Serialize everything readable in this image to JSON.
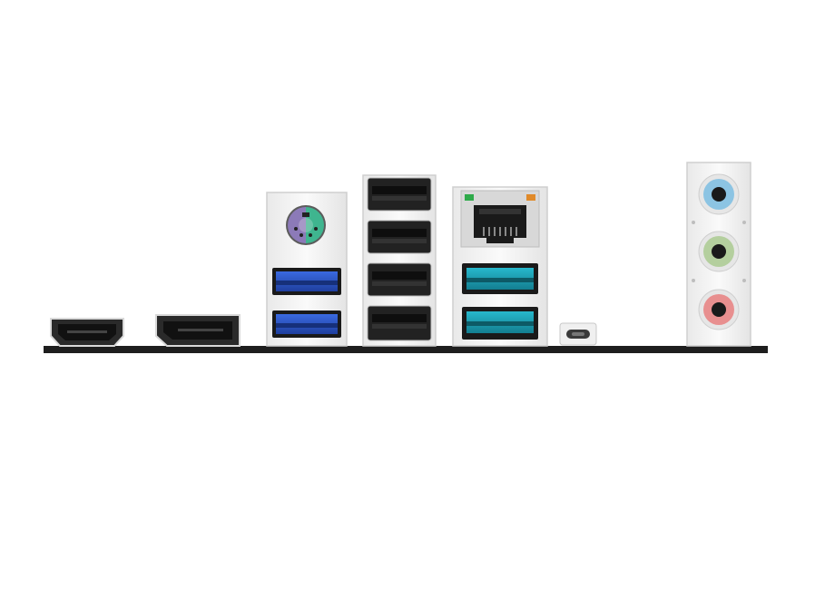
{
  "scene": {
    "subject": "motherboard-rear-io-panel",
    "ports": [
      {
        "id": "hdmi",
        "type": "HDMI"
      },
      {
        "id": "displayport",
        "type": "DisplayPort"
      },
      {
        "id": "ps2",
        "type": "PS/2 combo"
      },
      {
        "id": "usb-blue-stack",
        "type": "USB 3.2 (blue)",
        "count": 2
      },
      {
        "id": "usb-black-stack",
        "type": "USB 2.0 (black)",
        "count": 4
      },
      {
        "id": "lan",
        "type": "RJ45 LAN"
      },
      {
        "id": "usb-teal-stack",
        "type": "USB 3.2 (teal)",
        "count": 2
      },
      {
        "id": "bios-flashback",
        "type": "button"
      },
      {
        "id": "audio",
        "type": "3.5mm audio jacks",
        "count": 3
      }
    ],
    "colors": {
      "board": "#1e1e1e",
      "shield": "#f2f2f2",
      "usb_blue": "#2d55c8",
      "usb_teal": "#1f9fb3",
      "ps2_purple": "#8c7ab8",
      "ps2_green": "#3fb58f",
      "audio_blue": "#8cc4e3",
      "audio_green": "#b4cf9e",
      "audio_pink": "#e88f8f",
      "led_green": "#2faa4a",
      "led_orange": "#e08a2a"
    }
  }
}
